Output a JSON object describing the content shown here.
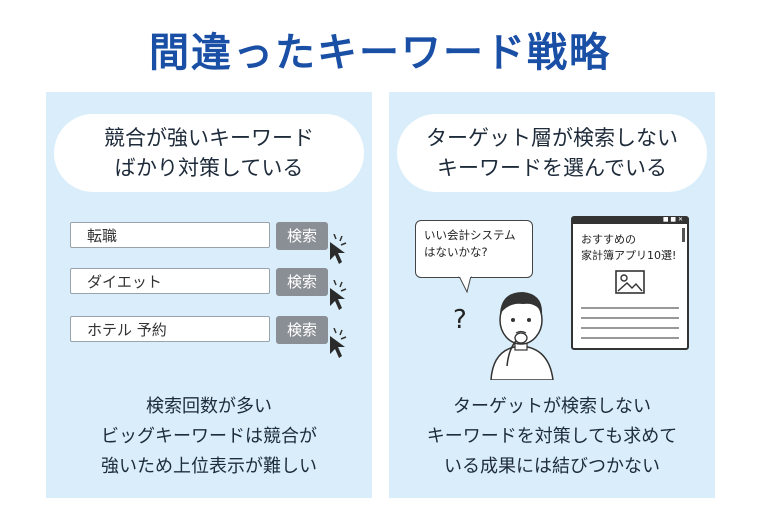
{
  "title": "間違ったキーワード戦略",
  "left_panel": {
    "bubble_line1": "競合が強いキーワード",
    "bubble_line2": "ばかり対策している",
    "searches": [
      {
        "query": "転職",
        "button": "検索"
      },
      {
        "query": "ダイエット",
        "button": "検索"
      },
      {
        "query": "ホテル  予約",
        "button": "検索"
      }
    ],
    "caption_line1": "検索回数が多い",
    "caption_line2": "ビッグキーワードは競合が",
    "caption_line3": "強いため上位表示が難しい"
  },
  "right_panel": {
    "bubble_line1": "ターゲット層が検索しない",
    "bubble_line2": "キーワードを選んでいる",
    "speech_line1": "いい会計システム",
    "speech_line2": "はないかな?",
    "tablet_line1": "おすすめの",
    "tablet_line2": "家計簿アプリ10選!",
    "caption_line1": "ターゲットが検索しない",
    "caption_line2": "キーワードを対策しても求めて",
    "caption_line3": "いる成果には結びつかない"
  },
  "colors": {
    "title": "#1a4fa6",
    "panel_bg": "#d9eefa",
    "search_button": "#8a8f95"
  }
}
